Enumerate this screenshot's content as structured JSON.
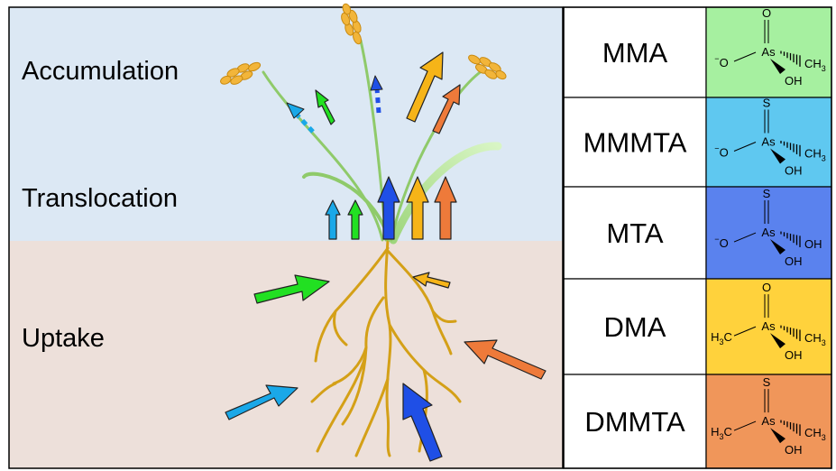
{
  "stages": {
    "accumulation": "Accumulation",
    "translocation": "Translocation",
    "uptake": "Uptake"
  },
  "species": [
    {
      "name": "MMA",
      "color": "#a6f0a0",
      "top_atom": "O",
      "left": {
        "main": "O",
        "sup": "−"
      },
      "right": "CH",
      "right_sub": "3",
      "bottom": "OH"
    },
    {
      "name": "MMMTA",
      "color": "#5fc8f0",
      "top_atom": "S",
      "left": {
        "main": "O",
        "sup": "−"
      },
      "right": "CH",
      "right_sub": "3",
      "bottom": "OH"
    },
    {
      "name": "MTA",
      "color": "#5a82ee",
      "top_atom": "S",
      "left": {
        "main": "O",
        "sup": "−"
      },
      "right": "OH",
      "right_sub": "",
      "bottom": "OH"
    },
    {
      "name": "DMA",
      "color": "#ffd23c",
      "top_atom": "O",
      "left": {
        "main": "H",
        "sub": "3",
        "tail": "C"
      },
      "right": "CH",
      "right_sub": "3",
      "bottom": "OH"
    },
    {
      "name": "DMMTA",
      "color": "#f0965a",
      "top_atom": "S",
      "left": {
        "main": "H",
        "sub": "3",
        "tail": "C"
      },
      "right": "CH",
      "right_sub": "3",
      "bottom": "OH"
    }
  ],
  "center_atom": "As",
  "colors": {
    "sky": "#dce8f4",
    "soil": "#ede0da",
    "root": "#d4a017",
    "stem": "#8fca6a",
    "grain": "#f2b53a",
    "mma": "#22e022",
    "mmmta": "#1aa8e8",
    "mta": "#1f4fe6",
    "dma": "#f6b418",
    "dmmta": "#ee7a3a"
  },
  "arrows": {
    "uptake": [
      "mma",
      "dma",
      "dmmta",
      "mmmta",
      "mta"
    ],
    "translocation": [
      "mmmta",
      "mma",
      "mta",
      "dma",
      "dmmta"
    ],
    "accumulation": [
      "mmmta",
      "mma",
      "mta",
      "dma",
      "dmmta"
    ]
  }
}
